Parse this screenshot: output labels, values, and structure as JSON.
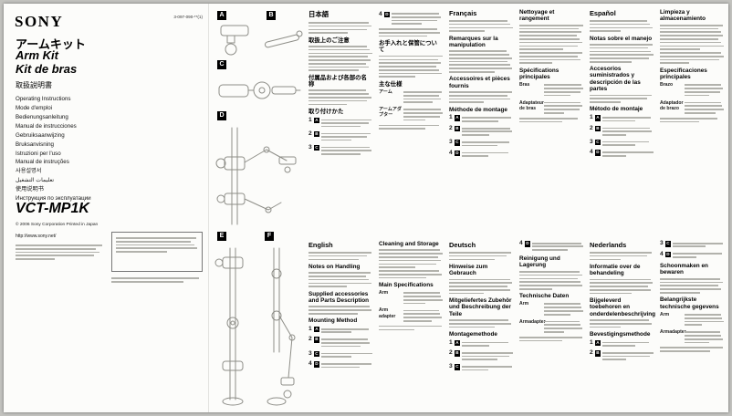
{
  "doc_number": "3-097-090-**(1)",
  "left_panel": {
    "brand": "SONY",
    "title_ja": "アームキット",
    "title_en": "Arm Kit",
    "title_fr": "Kit de bras",
    "manual_ja": "取扱説明書",
    "languages": [
      "Operating Instructions",
      "Mode d'emploi",
      "Bedienungsanleitung",
      "Manual de instrucciones",
      "Gebruiksaanwijzing",
      "Bruksanvisning",
      "Istruzioni per l'uso",
      "Manual de instruções",
      "사용설명서",
      "تعليمات التشغيل",
      "使用说明书",
      "Инструкция по эксплуатации"
    ],
    "model": "VCT-MP1K",
    "copyright": "© 2006 Sony Corporation   Printed in Japan",
    "url": "http://www.sony.net/"
  },
  "diagrams": {
    "labels": [
      "A",
      "B",
      "C",
      "D",
      "E",
      "F"
    ]
  },
  "steps": [
    "1",
    "2",
    "3",
    "4"
  ],
  "sections": {
    "japanese": {
      "lang": "日本語",
      "headings": [
        "取扱上のご注意",
        "付属品および各部の名称",
        "取り付けかた",
        "お手入れと保管について",
        "主な仕様"
      ],
      "spec_labels": [
        "アーム",
        "アームアダプター"
      ]
    },
    "french": {
      "lang": "Français",
      "headings": [
        "Remarques sur la manipulation",
        "Accessoires et pièces fournis",
        "Méthode de montage",
        "Nettoyage et rangement",
        "Spécifications principales"
      ],
      "spec_labels": [
        "Bras",
        "Adaptateur de bras"
      ]
    },
    "spanish": {
      "lang": "Español",
      "headings": [
        "Notas sobre el manejo",
        "Accesorios suministrados y descripción de las partes",
        "Método de montaje",
        "Limpieza y almacenamiento",
        "Especificaciones principales"
      ],
      "spec_labels": [
        "Brazo",
        "Adaptador de brazo"
      ]
    },
    "english": {
      "lang": "English",
      "headings": [
        "Notes on Handling",
        "Supplied accessories and Parts Description",
        "Mounting Method",
        "Cleaning and Storage",
        "Main Specifications"
      ],
      "spec_labels": [
        "Arm",
        "Arm adapter"
      ]
    },
    "german": {
      "lang": "Deutsch",
      "headings": [
        "Hinweise zum Gebrauch",
        "Mitgeliefertes Zubehör und Beschreibung der Teile",
        "Montagemethode",
        "Reinigung und Lagerung",
        "Technische Daten"
      ],
      "spec_labels": [
        "Arm",
        "Armadapter"
      ]
    },
    "dutch": {
      "lang": "Nederlands",
      "headings": [
        "Informatie over de behandeling",
        "Bijgeleverd toebehoren en onderdelenbeschrijving",
        "Bevestigingsmethode",
        "Schoonmaken en bewaren",
        "Belangrijkste technische gegevens"
      ],
      "spec_labels": [
        "Arm",
        "Armadapter"
      ]
    }
  }
}
